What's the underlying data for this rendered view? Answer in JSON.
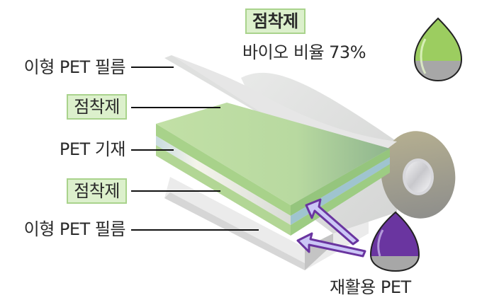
{
  "diagram": {
    "layers": [
      {
        "label": "이형 PET 필름",
        "highlight": false
      },
      {
        "label": "점착제",
        "highlight": true
      },
      {
        "label": "PET 기재",
        "highlight": false
      },
      {
        "label": "점착제",
        "highlight": true
      },
      {
        "label": "이형 PET 필름",
        "highlight": false
      }
    ],
    "adhesive_callout": {
      "title": "점착제",
      "subtitle": "바이오 비율 73%",
      "bio_ratio_percent": 73,
      "drop_color": "#9ccd60"
    },
    "recycled_callout": {
      "label": "재활용 PET",
      "drop_color": "#6a35a0",
      "arrow_color": "#c9c4f4"
    },
    "colors": {
      "adhesive_green": "#b6d89a",
      "pet_base_blue": "#c9dbe0",
      "release_film_gray": "#e4e5e4",
      "roll_core": "#a8a488",
      "tag_fill": "#dcf0cc",
      "tag_border": "#a9d38c"
    }
  }
}
